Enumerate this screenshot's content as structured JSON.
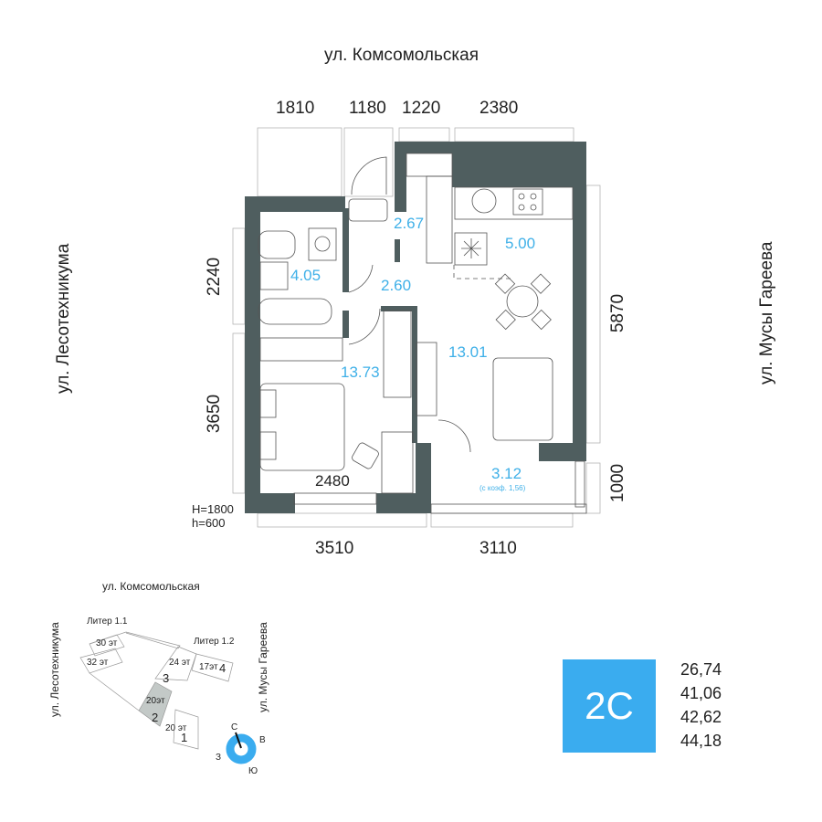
{
  "streets": {
    "top": "ул. Комсомольская",
    "left": "ул. Лесотехникума",
    "right": "ул. Мусы Гареева"
  },
  "dimensions": {
    "top": [
      "1810",
      "1180",
      "1220",
      "2380"
    ],
    "left": [
      "2240",
      "3650"
    ],
    "right": [
      "5870",
      "1000"
    ],
    "bottom": [
      "3510",
      "3110"
    ],
    "bedroom_inner": "2480",
    "window_heights": [
      "H=1800",
      "h=600"
    ]
  },
  "rooms": [
    {
      "name": "hallway-closet",
      "area": "2.67"
    },
    {
      "name": "kitchen",
      "area": "5.00"
    },
    {
      "name": "bathroom",
      "area": "4.05"
    },
    {
      "name": "hallway",
      "area": "2.60"
    },
    {
      "name": "living",
      "area": "13.01"
    },
    {
      "name": "bedroom",
      "area": "13.73"
    },
    {
      "name": "balcony",
      "area": "3.12",
      "note": "(с коэф. 1,56)"
    }
  ],
  "site_plan": {
    "street_top": "ул. Комсомольская",
    "street_left": "ул. Лесотехникума",
    "street_right": "ул. Мусы Гареева",
    "liter_1": "Литер 1.1",
    "liter_2": "Литер 1.2",
    "floors": [
      "30 эт",
      "32 эт",
      "24 эт",
      "17эт",
      "20эт",
      "20 эт"
    ],
    "sections": [
      "4",
      "3",
      "2",
      "1"
    ],
    "compass": {
      "n": "С",
      "e": "В",
      "s": "Ю",
      "w": "З"
    }
  },
  "unit_type": "2C",
  "unit_areas": [
    "26,74",
    "41,06",
    "42,62",
    "44,18"
  ],
  "colors": {
    "wall": "#4f5e5f",
    "accent": "#3aacef",
    "highlight": "#c3c9c7"
  }
}
